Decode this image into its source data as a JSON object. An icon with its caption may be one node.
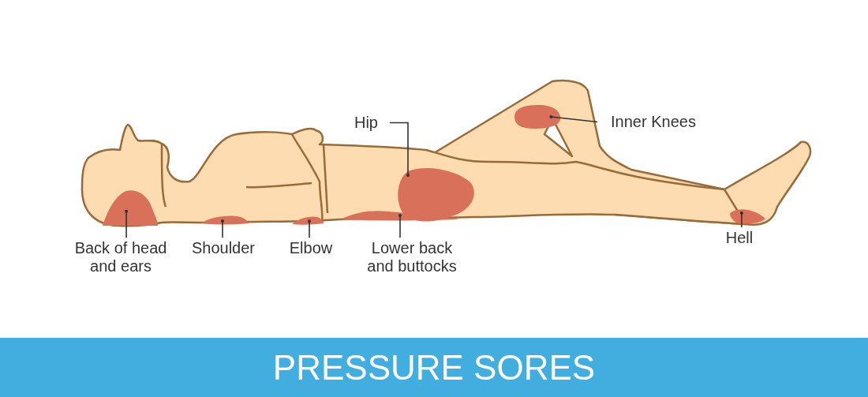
{
  "diagram": {
    "title": "PRESSURE SORES",
    "nodes": [
      {
        "text": [
          "Hip"
        ]
      },
      {
        "text": [
          "Inner Knees"
        ]
      },
      {
        "text": [
          "Back of head and ears"
        ]
      },
      {
        "text": [
          "Shoulder"
        ]
      },
      {
        "text": [
          "Elbow"
        ]
      },
      {
        "text": [
          "Lower back and buttocks"
        ]
      },
      {
        "text": [
          "Hell"
        ]
      },
      {
        "text": [],
        "shape": "circle"
      },
      {
        "text": [],
        "shape": "circle"
      },
      {
        "text": [],
        "shape": "circle"
      },
      {
        "text": [],
        "shape": "circle"
      },
      {
        "text": [],
        "shape": "circle"
      },
      {
        "text": [],
        "shape": "circle"
      },
      {
        "text": [],
        "shape": "circle"
      }
    ],
    "edges": [
      {
        "from": 0,
        "to": 8,
        "arrow": "other"
      },
      {
        "from": 1,
        "to": 7,
        "arrow": "other"
      },
      {
        "from": 2,
        "to": 9,
        "arrow": "other"
      },
      {
        "from": 3,
        "to": 10,
        "arrow": "other"
      },
      {
        "from": 4,
        "to": 11,
        "arrow": "other"
      },
      {
        "from": 5,
        "to": 12,
        "arrow": "other"
      },
      {
        "from": 6,
        "to": 13,
        "arrow": "other"
      }
    ]
  }
}
